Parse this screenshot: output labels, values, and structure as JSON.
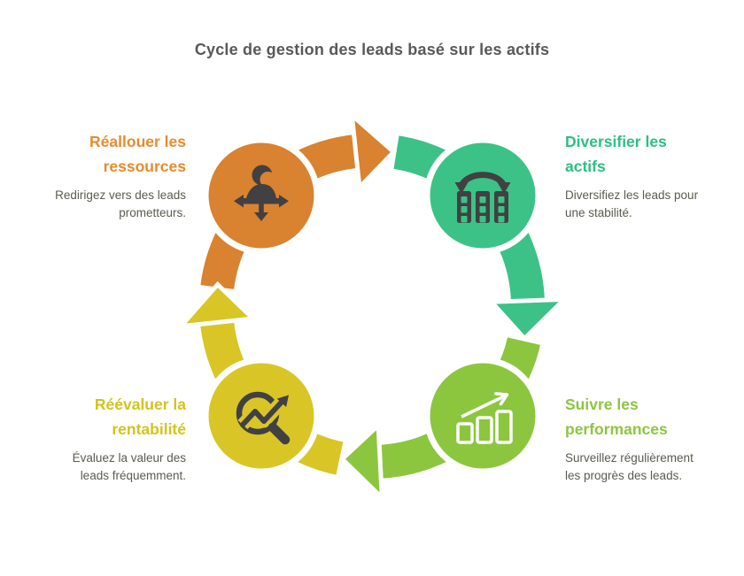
{
  "title": "Cycle de gestion des leads basé sur les actifs",
  "theme": {
    "background": "#FFFFFF",
    "title_color": "#58595B",
    "body_text_color": "#5B5A4F",
    "icon_dark": "#414042",
    "outline_white": "#FFFFFF"
  },
  "cycle": {
    "direction": "clockwise",
    "segments": 4
  },
  "steps": [
    {
      "id": "reallocate-resources",
      "position": "top-left",
      "heading_lines": [
        "Réallouer les",
        "ressources"
      ],
      "desc_lines": [
        "Redirigez vers des leads",
        "prometteurs."
      ],
      "color": "#D9822F",
      "heading_color": "#E78B2D",
      "icon": "resource-allocation-person-icon"
    },
    {
      "id": "diversify-assets",
      "position": "top-right",
      "heading_lines": [
        "Diversifier les",
        "actifs"
      ],
      "desc_lines": [
        "Diversifiez les leads pour",
        "une stabilité."
      ],
      "color": "#3CC287",
      "heading_color": "#2EBE84",
      "icon": "buildings-swap-icon"
    },
    {
      "id": "track-performance",
      "position": "bottom-right",
      "heading_lines": [
        "Suivre les",
        "performances"
      ],
      "desc_lines": [
        "Surveillez régulièrement",
        "les progrès des leads."
      ],
      "color": "#8CC63F",
      "heading_color": "#8CC63F",
      "icon": "bar-chart-growth-icon"
    },
    {
      "id": "reevaluate-profitability",
      "position": "bottom-left",
      "heading_lines": [
        "Réévaluer la",
        "rentabilité"
      ],
      "desc_lines": [
        "Évaluez la valeur des",
        "leads fréquemment."
      ],
      "color": "#D9C626",
      "heading_color": "#D4C31D",
      "icon": "magnifier-trend-icon"
    }
  ]
}
